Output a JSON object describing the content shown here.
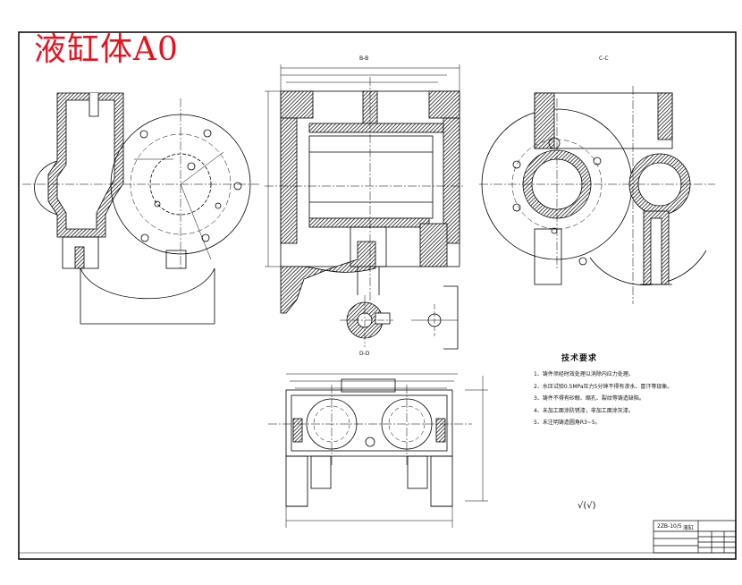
{
  "title": "液缸体A0",
  "views": {
    "bb": "B-B",
    "cc": "C-C",
    "dd": "D-D"
  },
  "requirements": {
    "title": "技术要求",
    "items": [
      "1、铸件须经时效处理以消除内应力处理。",
      "2、水压试验0.5MPa压力5分钟不得有渗水、冒汗等现象。",
      "3、铸件不得有砂眼、缩孔、裂纹等铸造缺陷。",
      "4、未加工面涂防锈漆，非加工面涂灰漆。",
      "5、未注明铸造圆角R3~5。"
    ]
  },
  "roughness_mark": "√(√)",
  "title_block": {
    "name": "液缸",
    "code": "2ZB-10/5"
  },
  "colors": {
    "title": "#e8121d",
    "lines": "#000000"
  }
}
